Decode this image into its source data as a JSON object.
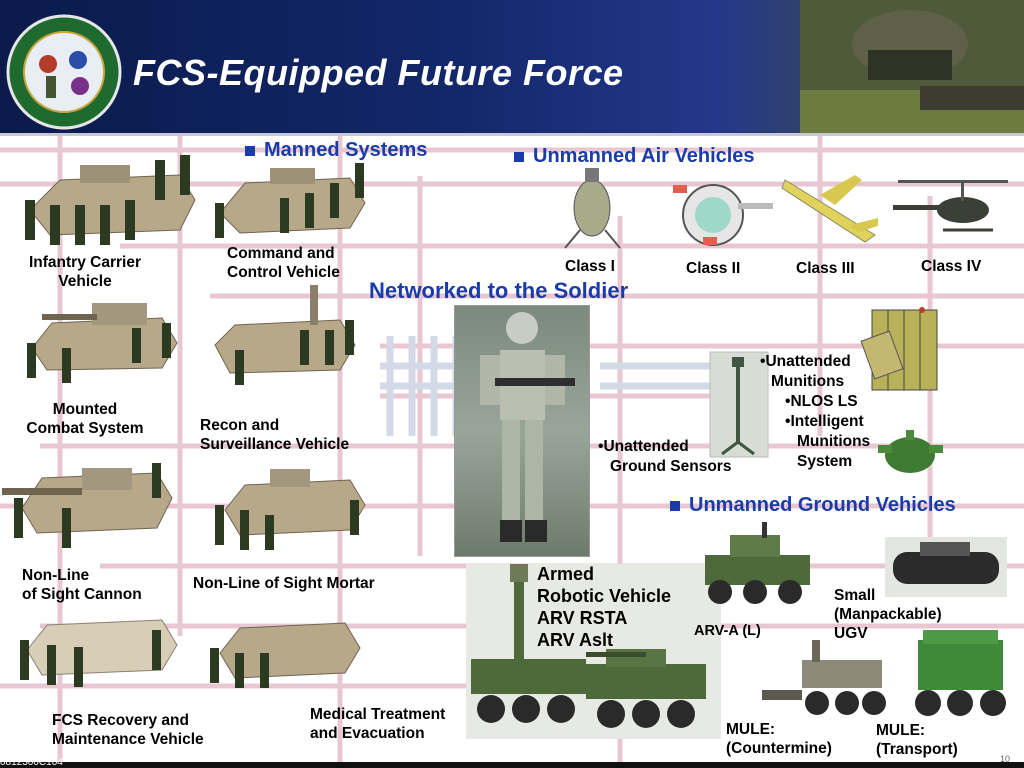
{
  "header": {
    "title": "FCS-Equipped Future Force",
    "logo_icon": "army-futures-center-seal-icon",
    "photo_icon": "soldier-in-helmet-photo"
  },
  "colors": {
    "header_dark": "#0a1a4a",
    "section_blue": "#1a3ca8",
    "vehicle_tan": "#b7a88a",
    "vehicle_green": "#4f6a3a"
  },
  "sections": {
    "manned": "Manned Systems",
    "uav": "Unmanned Air Vehicles",
    "networked": "Networked to the Soldier",
    "ugv": "Unmanned Ground Vehicles"
  },
  "manned_systems": [
    {
      "id": "icv",
      "line1": "Infantry Carrier",
      "line2": "Vehicle"
    },
    {
      "id": "c2v",
      "line1": "Command and",
      "line2": "Control Vehicle"
    },
    {
      "id": "mcs",
      "line1": "Mounted",
      "line2": "Combat System"
    },
    {
      "id": "rsv",
      "line1": "Recon and",
      "line2": "Surveillance Vehicle"
    },
    {
      "id": "nlos_c",
      "line1": "Non-Line",
      "line2": "of Sight Cannon"
    },
    {
      "id": "nlos_m",
      "line1": "Non-Line of Sight Mortar",
      "line2": ""
    },
    {
      "id": "frmv",
      "line1": "FCS Recovery and",
      "line2": "Maintenance Vehicle"
    },
    {
      "id": "mv",
      "line1": "Medical Treatment",
      "line2": "and Evacuation"
    }
  ],
  "uav_classes": [
    "Class I",
    "Class II",
    "Class III",
    "Class IV"
  ],
  "unattended": {
    "munitions_heading": "Unattended",
    "munitions_heading2": "Munitions",
    "nlos_ls": "NLOS LS",
    "im_line1": "Intelligent",
    "im_line2": "Munitions",
    "im_line3": "System",
    "sensors_line1": "Unattended",
    "sensors_line2": "Ground Sensors"
  },
  "ugv": {
    "arv_line1": "Armed",
    "arv_line2": "Robotic Vehicle",
    "arv_line3": "ARV RSTA",
    "arv_line4": "ARV Aslt",
    "arv_a": "ARV-A (L)",
    "small_line1": "Small",
    "small_line2": "(Manpackable)",
    "small_line3": "UGV",
    "mule_c_line1": "MULE:",
    "mule_c_line2": "(Countermine)",
    "mule_t_line1": "MULE:",
    "mule_t_line2": "(Transport)"
  },
  "footer": {
    "code": "0812300C104",
    "page": "10"
  }
}
